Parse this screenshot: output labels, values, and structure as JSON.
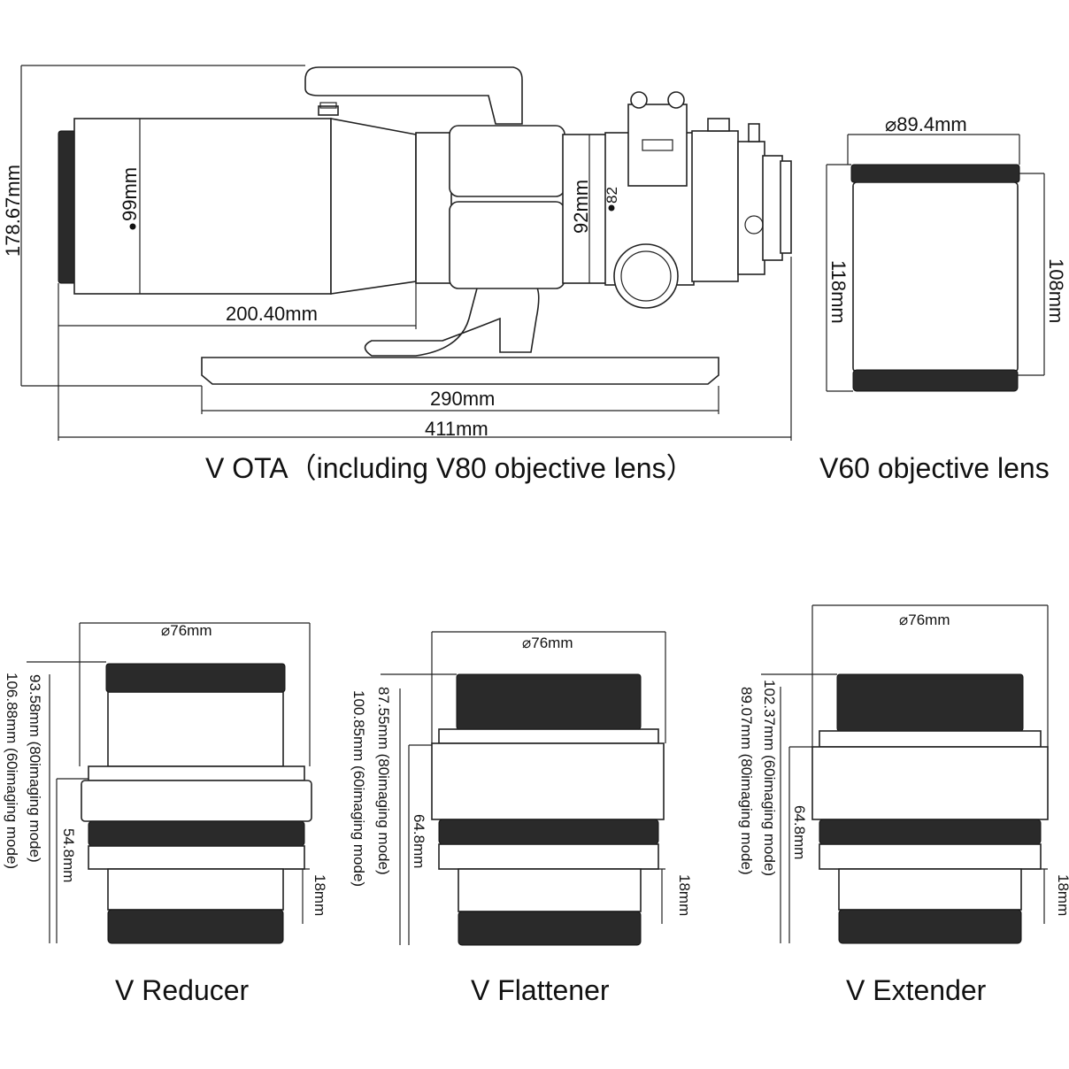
{
  "ota": {
    "caption": "V OTA（including V80 objective lens）",
    "dims": {
      "height": "178.67mm",
      "tube_diameter": "99mm",
      "tube_length": "200.40mm",
      "focuser_diameter": "92mm",
      "focuser_small": "82",
      "rail_length": "290mm",
      "total_length": "411mm"
    }
  },
  "v60": {
    "caption": "V60 objective lens",
    "dims": {
      "diameter": "89.4mm",
      "left_height": "118mm",
      "right_height": "108mm"
    }
  },
  "reducer": {
    "caption": "V Reducer",
    "dims": {
      "diameter": "76mm",
      "outer": "106.88mm (60imaging mode)",
      "inner": "93.58mm (80imaging mode)",
      "mid": "54.8mm",
      "small": "18mm"
    }
  },
  "flattener": {
    "caption": "V Flattener",
    "dims": {
      "diameter": "76mm",
      "outer": "100.85mm (60imaging mode)",
      "inner": "87.55mm (80imaging mode)",
      "mid": "64.8mm",
      "small": "18mm"
    }
  },
  "extender": {
    "caption": "V Extender",
    "dims": {
      "diameter": "76mm",
      "outer": "102.37mm (60imaging mode)",
      "inner": "89.07mm (80imaging mode)",
      "mid": "64.8mm",
      "small": "18mm"
    }
  }
}
